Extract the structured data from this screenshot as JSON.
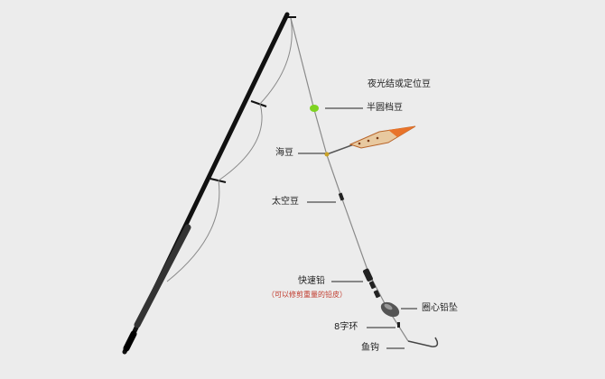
{
  "labels": {
    "top_label": "夜光结或定位豆",
    "half_round_stopper": "半圆档豆",
    "sea_bean": "海豆",
    "space_bean": "太空豆",
    "quick_lead": "快速铅",
    "quick_lead_note": "（可以修剪重量的铅皮）",
    "hollow_sinker": "圈心铅坠",
    "swivel": "8字环",
    "hook": "鱼钩"
  },
  "colors": {
    "background": "#ececec",
    "rod": "#111111",
    "line": "#8a8a8a",
    "stopper_green": "#7ed321",
    "float_orange": "#e8732a",
    "note_red": "#c0392b"
  }
}
